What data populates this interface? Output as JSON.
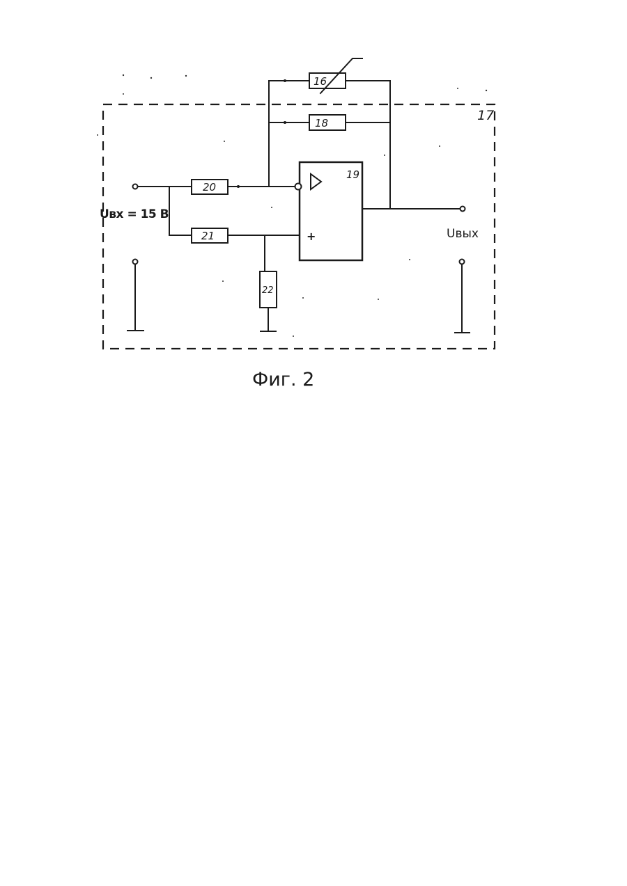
{
  "diagram": {
    "frame_label": "17",
    "components": {
      "r16": "16",
      "r18": "18",
      "opamp": "19",
      "r20": "20",
      "r21": "21",
      "r22": "22"
    },
    "opamp_plus_sign": "+",
    "input_label": "Uвх = 15 В",
    "output_label": "Uвых"
  },
  "caption": "Фиг. 2"
}
